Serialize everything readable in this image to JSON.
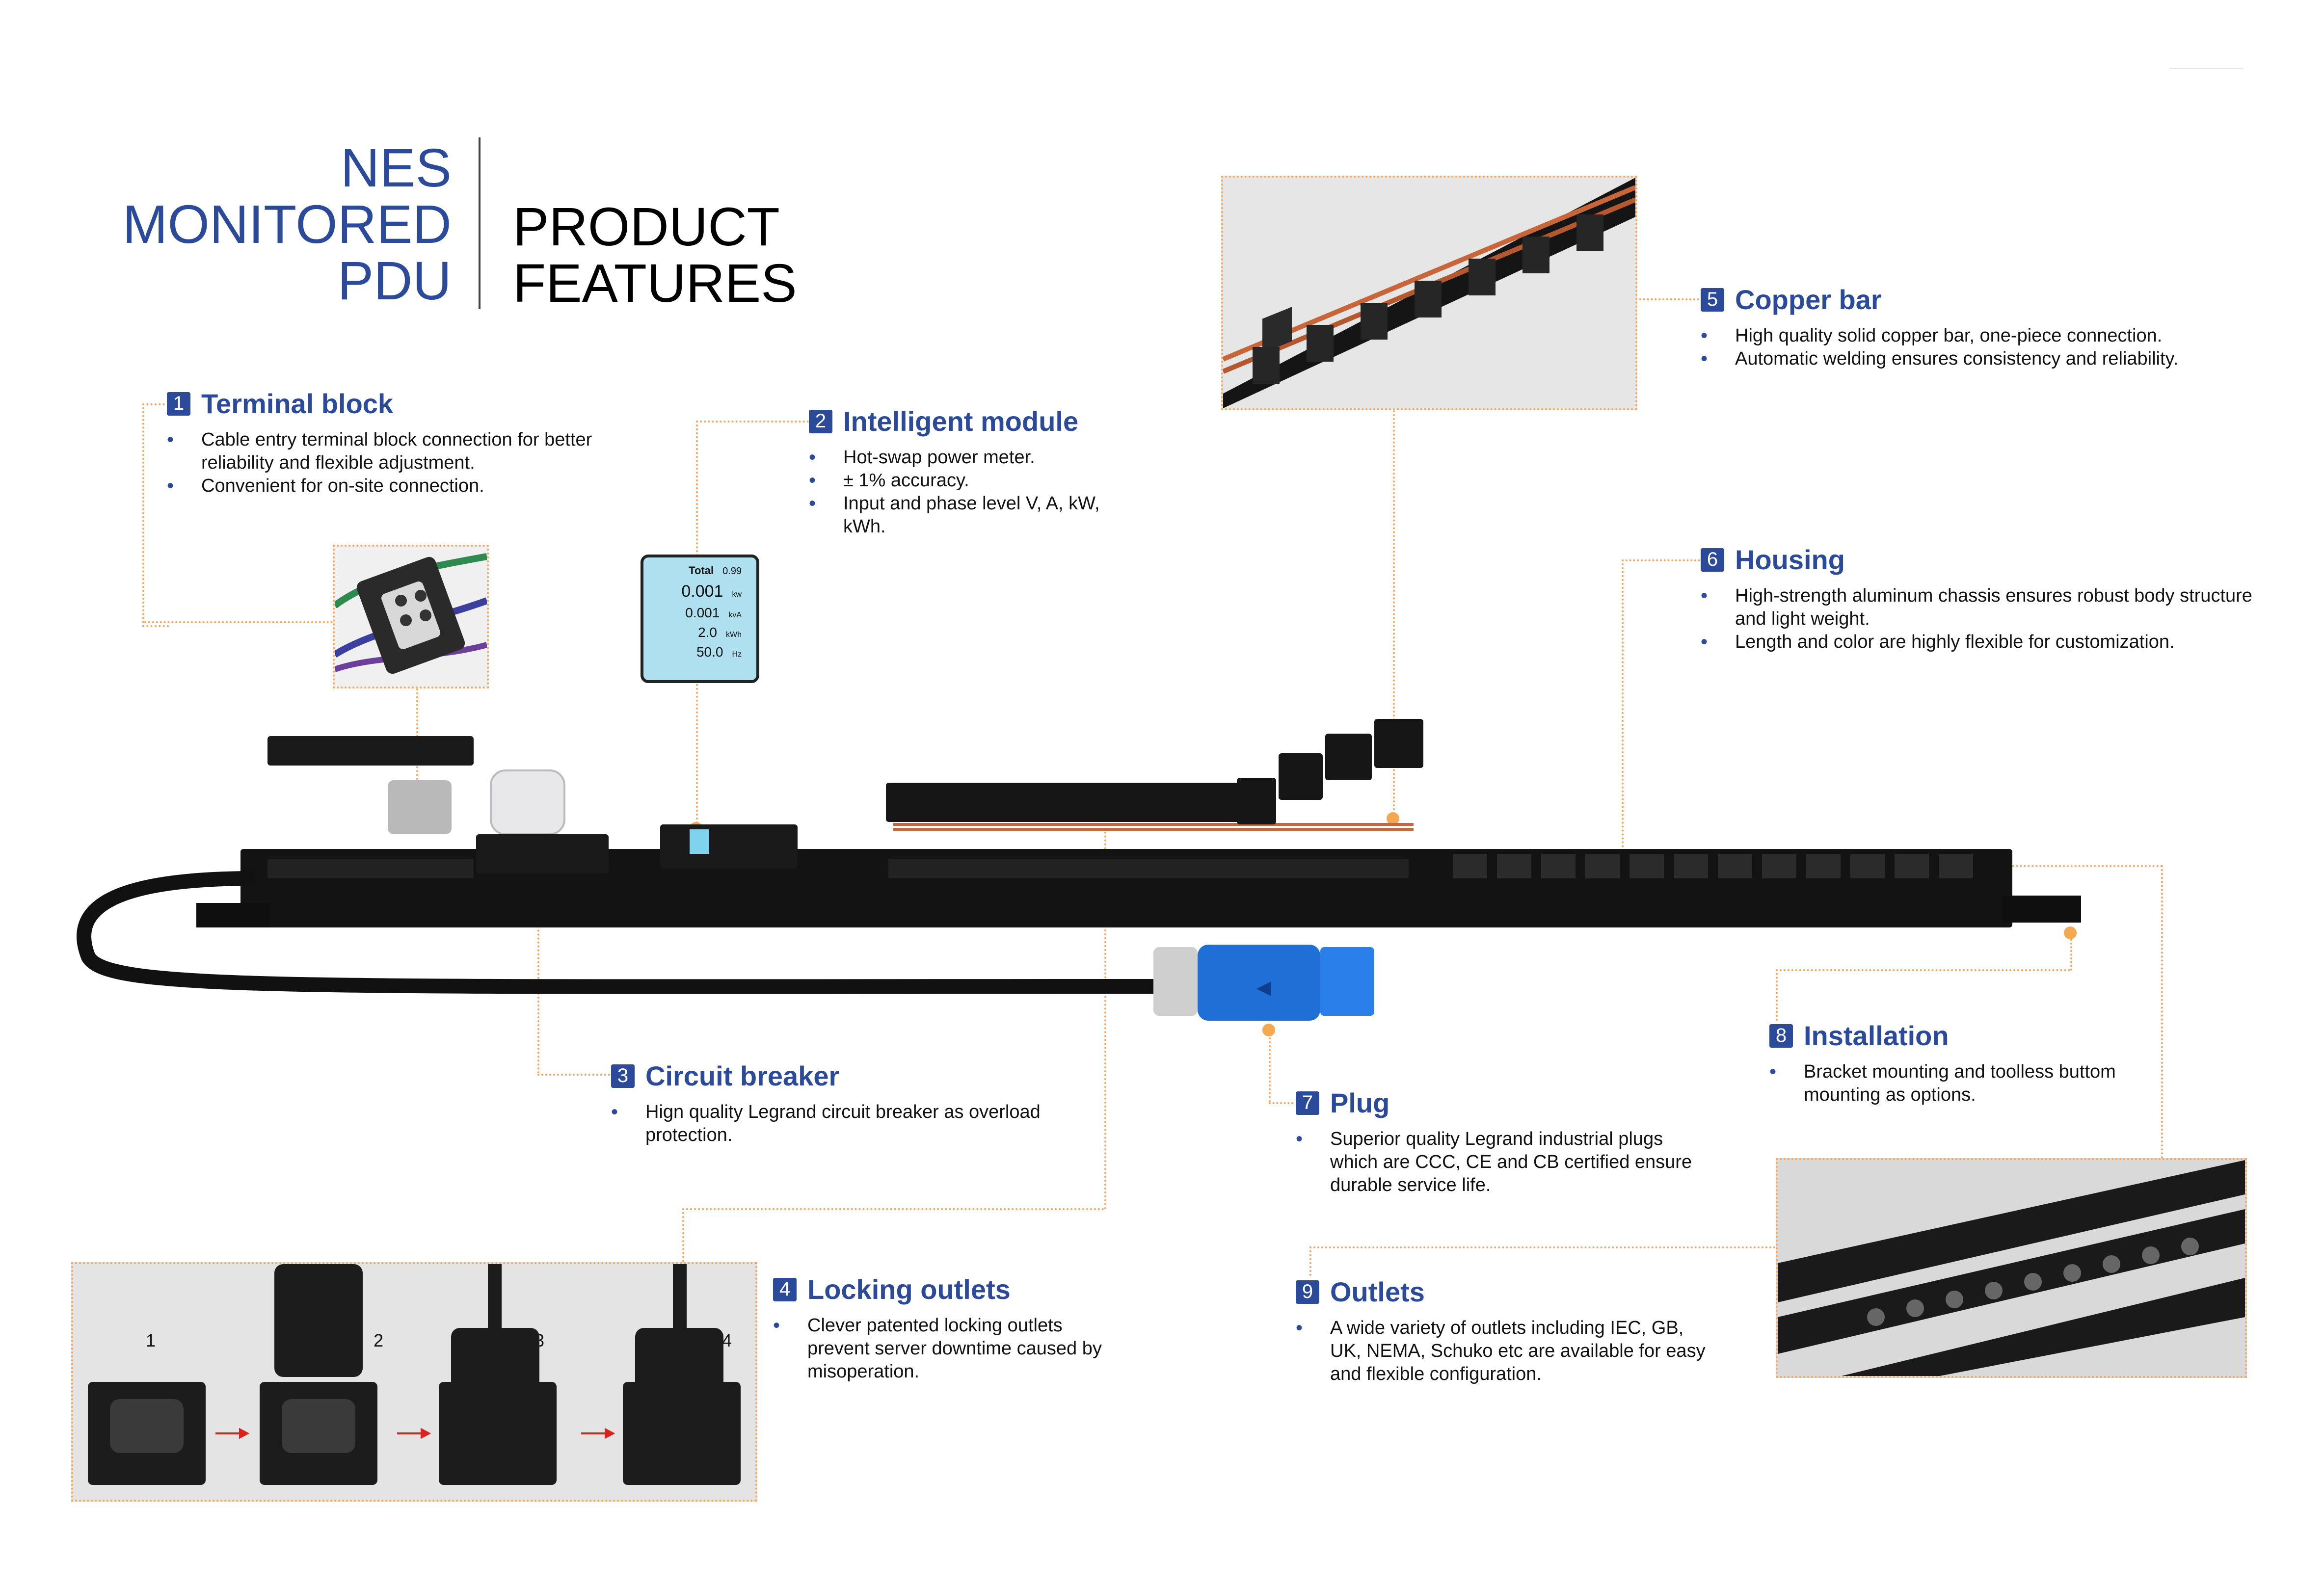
{
  "header": {
    "brand_line1": "NES",
    "brand_line2": "MONITORED",
    "brand_line3": "PDU",
    "product_line1": "PRODUCT",
    "product_line2": "FEATURES"
  },
  "colors": {
    "accent_blue": "#2b4a9a",
    "leader_orange": "#f0a860",
    "plug_blue": "#1f6fd6"
  },
  "features": [
    {
      "num": "1",
      "title": "Terminal block",
      "bullets": [
        "Cable entry terminal block connection for better reliability and flexible adjustment.",
        "Convenient for on-site connection."
      ]
    },
    {
      "num": "2",
      "title": "Intelligent module",
      "bullets": [
        "Hot-swap power meter.",
        "± 1% accuracy.",
        "Input and phase level V, A, kW, kWh."
      ]
    },
    {
      "num": "3",
      "title": "Circuit breaker",
      "bullets": [
        "Hign quality Legrand circuit breaker as overload protection."
      ]
    },
    {
      "num": "4",
      "title": "Locking outlets",
      "bullets": [
        "Clever patented locking outlets prevent server downtime caused by misoperation."
      ]
    },
    {
      "num": "5",
      "title": "Copper bar",
      "bullets": [
        "High quality solid copper bar, one-piece connection.",
        "Automatic welding ensures consistency and reliability."
      ]
    },
    {
      "num": "6",
      "title": "Housing",
      "bullets": [
        "High-strength aluminum chassis ensures robust body structure and light weight.",
        "Length and color are highly flexible for customization."
      ]
    },
    {
      "num": "7",
      "title": "Plug",
      "bullets": [
        "Superior quality Legrand industrial plugs which are CCC, CE and CB certified ensure durable service life."
      ]
    },
    {
      "num": "8",
      "title": "Installation",
      "bullets": [
        "Bracket mounting and toolless buttom mounting as options."
      ]
    },
    {
      "num": "9",
      "title": "Outlets",
      "bullets": [
        "A wide variety of outlets including IEC, GB, UK, NEMA, Schuko etc are available for easy and flexible configuration."
      ]
    }
  ],
  "meter": {
    "total_label": "Total",
    "total_value": "0.99",
    "rows": [
      {
        "value": "0.001",
        "unit": "kw"
      },
      {
        "value": "0.001",
        "unit": "kvA"
      },
      {
        "value": "2.0",
        "unit": "kWh"
      },
      {
        "value": "50.0",
        "unit": "Hz"
      }
    ]
  },
  "locking_steps": [
    "1",
    "2",
    "3",
    "4"
  ]
}
